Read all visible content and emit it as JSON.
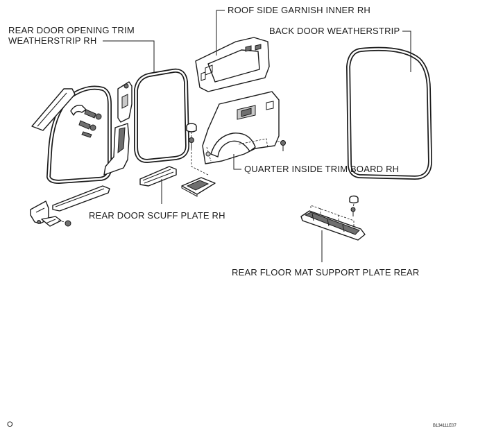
{
  "callouts": {
    "roof_side_garnish": "ROOF SIDE GARNISH INNER RH",
    "rear_door_trim_line1": "REAR DOOR OPENING TRIM",
    "rear_door_trim_line2": "WEATHERSTRIP RH",
    "back_door_weatherstrip": "BACK DOOR WEATHERSTRIP",
    "quarter_inside_trim": "QUARTER INSIDE TRIM BOARD RH",
    "rear_door_scuff": "REAR DOOR SCUFF PLATE RH",
    "rear_floor_mat": "REAR FLOOR MAT SUPPORT PLATE REAR"
  },
  "figure_code": "B134111E07",
  "corner_mark": "O"
}
